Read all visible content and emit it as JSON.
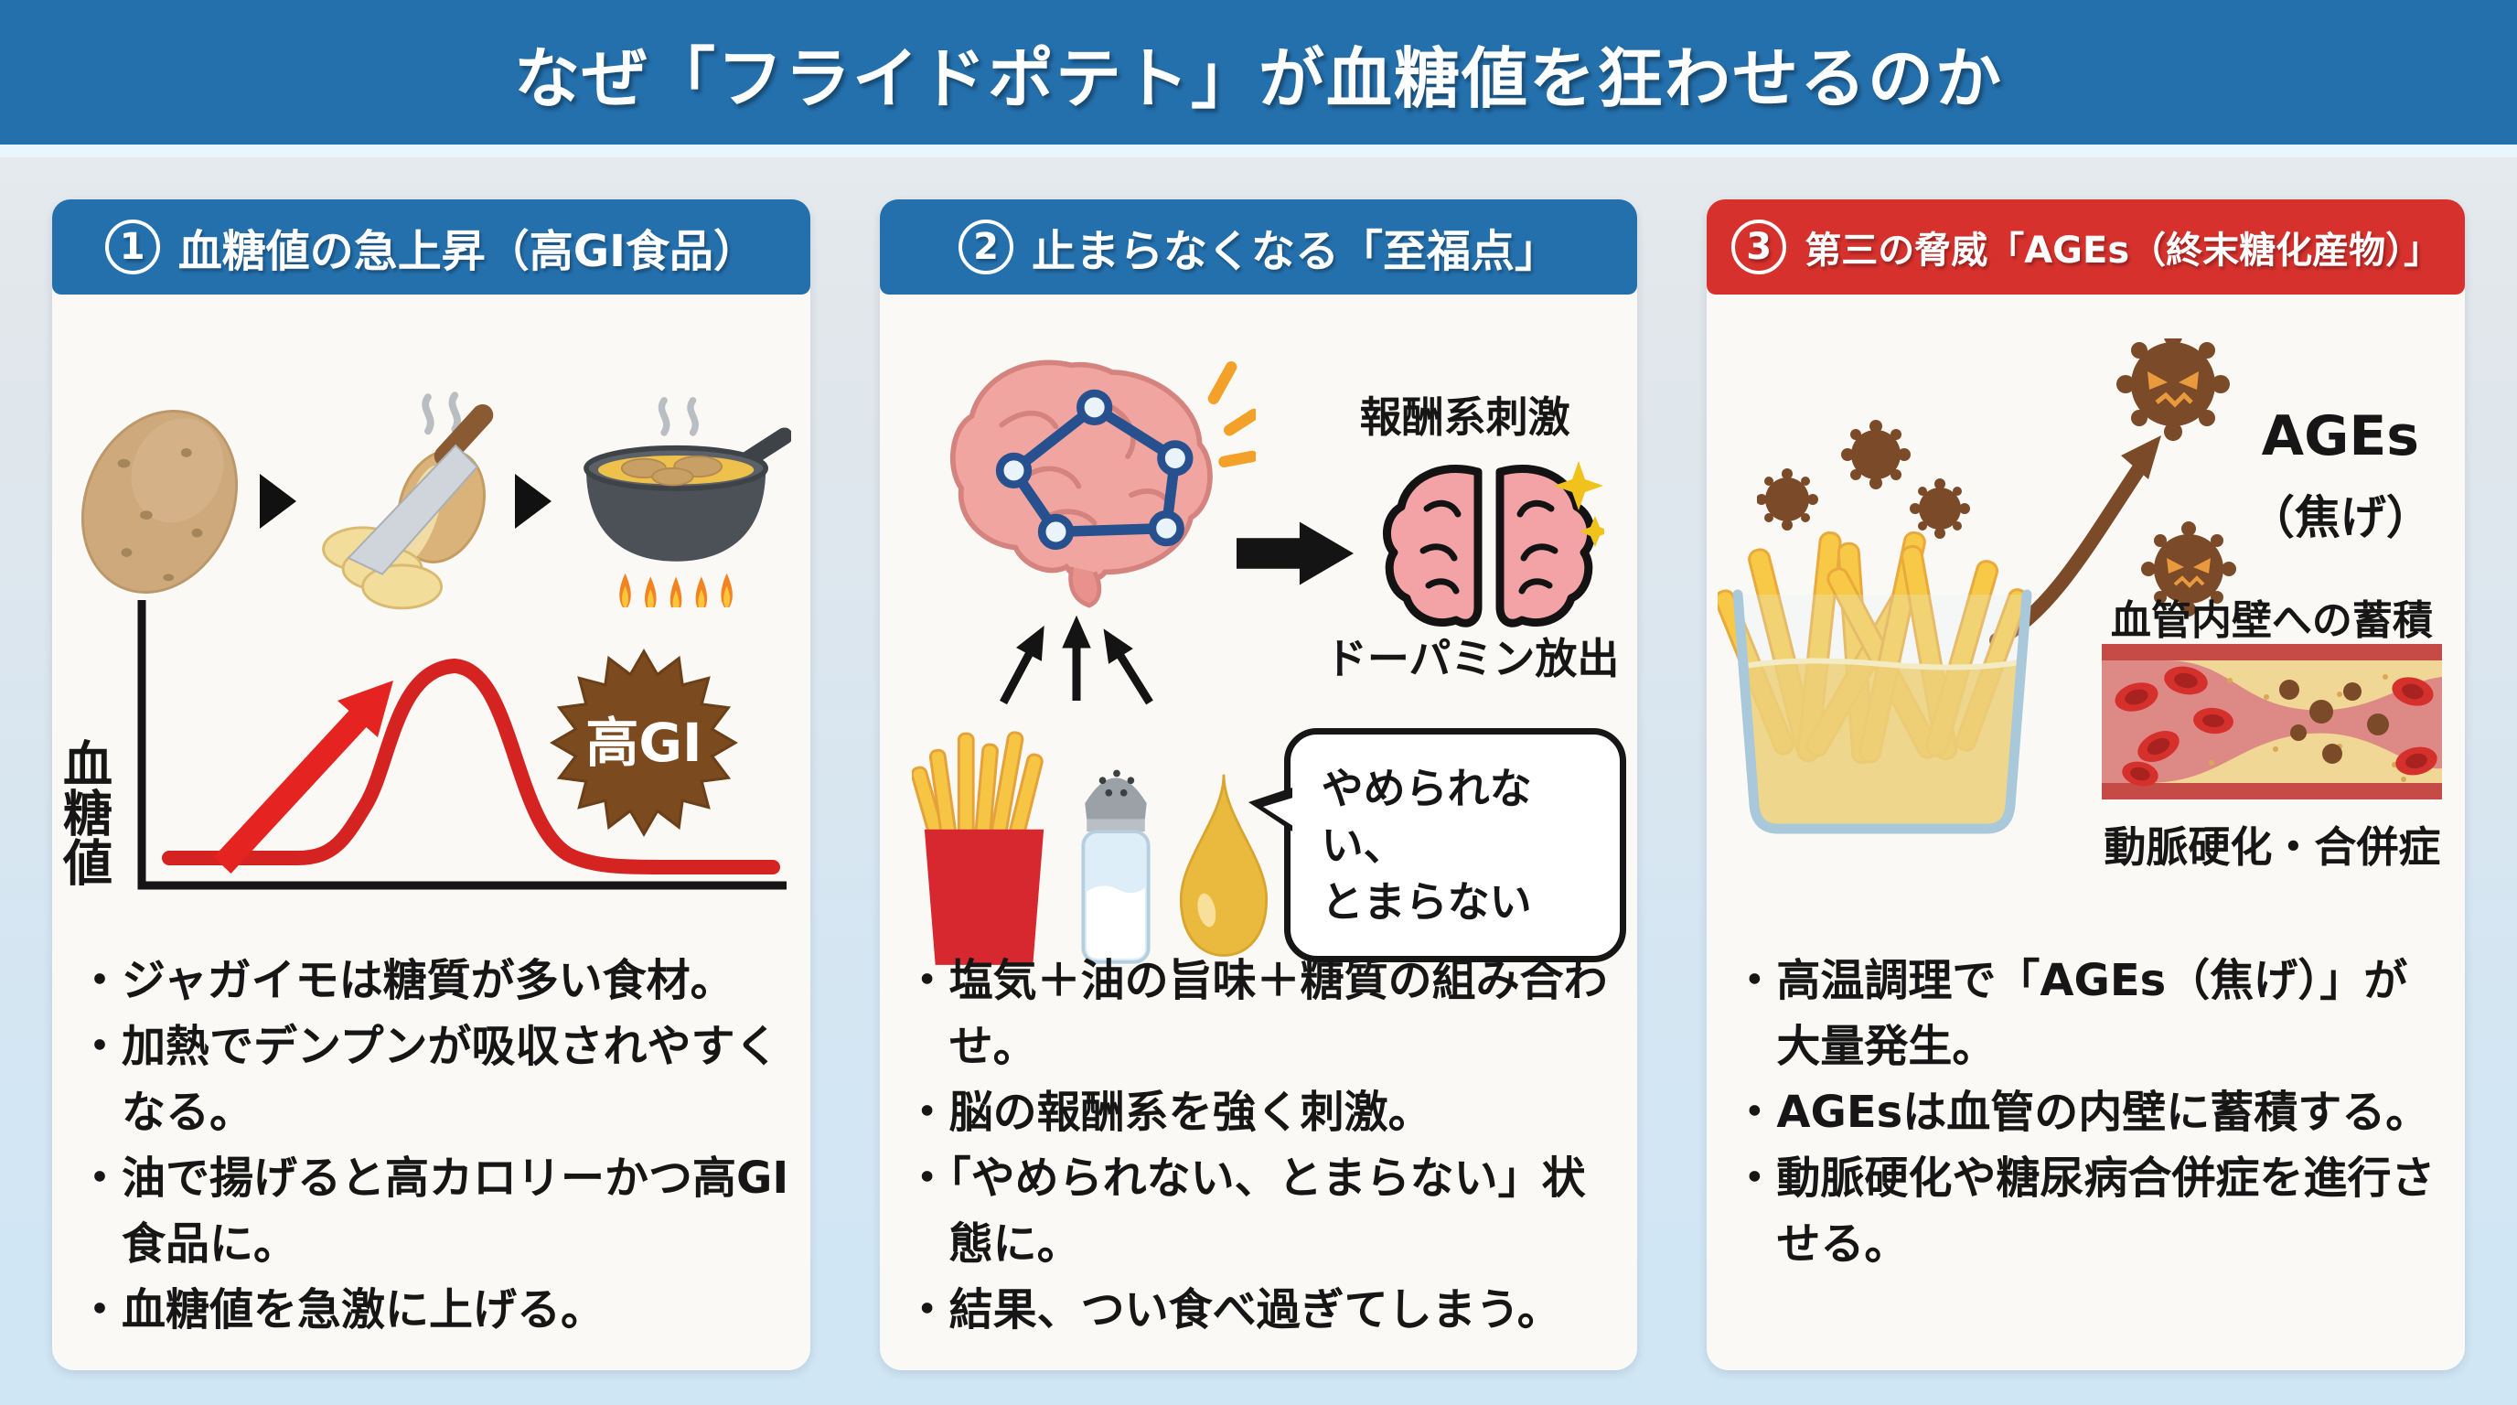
{
  "title": "なぜ「フライドポテト」が血糖値を狂わせるのか",
  "colors": {
    "title_bar_blue": "#2470ad",
    "card_header_blue": "#2470ad",
    "card_header_red": "#d7312d",
    "graph_line_red": "#d42321",
    "high_gi_badge_brown": "#7b4a1f",
    "background_blue": "#d8e7f2",
    "card_background": "#fbf9f5"
  },
  "cards": [
    {
      "number": "1",
      "header": "血糖値の急上昇（高GI食品）",
      "graph": {
        "ylabel": "血糖値",
        "badge": "高GI"
      },
      "bullets": [
        "・ジャガイモは糖質が多い食材。",
        "・加熱でデンプンが吸収されやすくなる。",
        "・油で揚げると高カロリーかつ高GI食品に。",
        "・血糖値を急激に上げる。"
      ]
    },
    {
      "number": "2",
      "header": "止まらなくなる「至福点」",
      "labels": {
        "reward": "報酬系刺激",
        "dopamine": "ドーパミン放出",
        "bubble_line1": "やめられない、",
        "bubble_line2": "とまらない"
      },
      "bullets": [
        "・塩気＋油の旨味＋糖質の組み合わせ。",
        "・脳の報酬系を強く刺激。",
        "・「やめられない、とまらない」状態に。",
        "・結果、つい食べ過ぎてしまう。"
      ]
    },
    {
      "number": "3",
      "header": "第三の脅威「AGEs（終末糖化産物）」",
      "labels": {
        "ages_line1": "AGEs",
        "ages_line2": "（焦げ）",
        "accumulation": "血管内壁への蓄積",
        "outcome": "動脈硬化・合併症"
      },
      "bullets": [
        "・高温調理で「AGEs（焦げ）」が大量発生。",
        "・AGEsは血管の内壁に蓄積する。",
        "・動脈硬化や糖尿病合併症を進行させる。"
      ]
    }
  ]
}
